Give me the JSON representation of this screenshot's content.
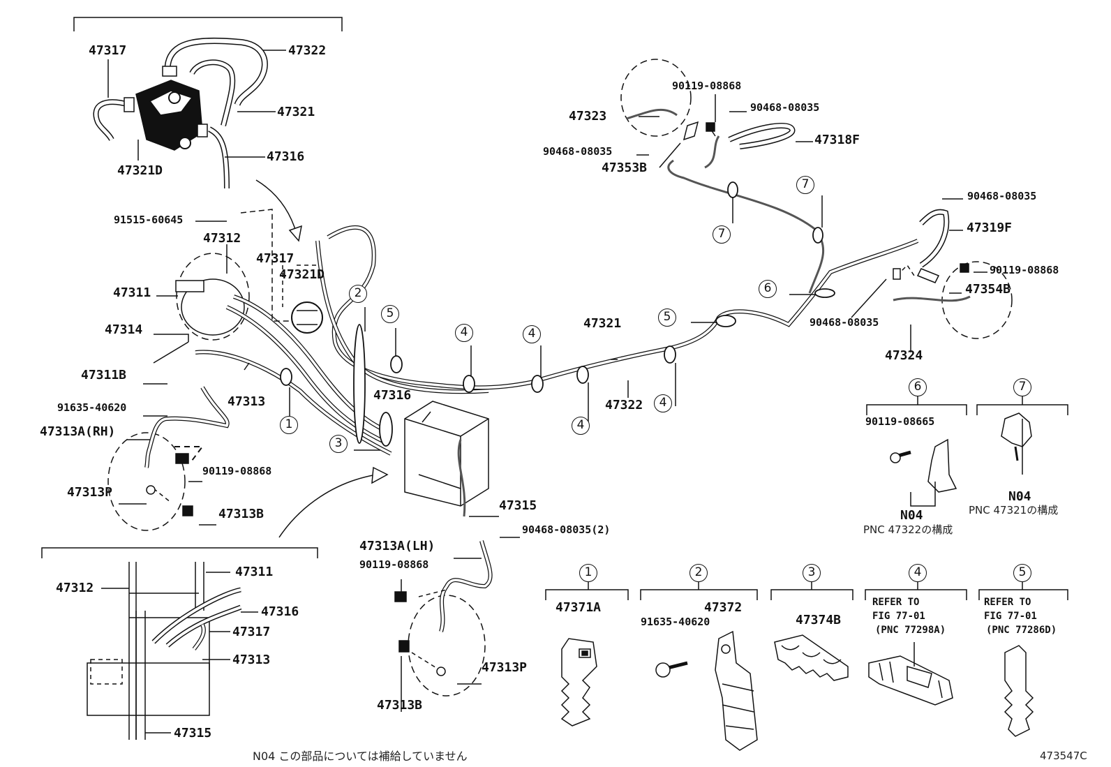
{
  "diagram": {
    "figure_code": "473547C",
    "footnote": "N04 この部品については補給していません",
    "labels": {
      "p47317_top": "47317",
      "p47322_top": "47322",
      "p47321_top": "47321",
      "p47316_top": "47316",
      "p47321D_top": "47321D",
      "p91515": "91515-60645",
      "p47312_mid": "47312",
      "p47317_mid": "47317",
      "p47321D_mid": "47321D",
      "p47311_mid": "47311",
      "p47314": "47314",
      "p47311B": "47311B",
      "p47313_mid": "47313",
      "p91635_left": "91635-40620",
      "p47313A_RH": "47313A(RH)",
      "p90119_left": "90119-08868",
      "p47313P_left": "47313P",
      "p47313B_left": "47313B",
      "p47312_bottom": "47312",
      "p47311_bottom": "47311",
      "p47316_bottom": "47316",
      "p47317_bottom": "47317",
      "p47313_bottom": "47313",
      "p47315_bottom": "47315",
      "p47316_center": "47316",
      "p47315_center": "47315",
      "p90468_center": "90468-08035(2)",
      "p47313A_LH": "47313A(LH)",
      "p90119_center": "90119-08868",
      "p47313P_center": "47313P",
      "p47313B_center": "47313B",
      "p47321_center": "47321",
      "p47322_center": "47322",
      "p47323": "47323",
      "p90119_rt": "90119-08868",
      "p90468_rt1": "90468-08035",
      "p90468_rt2": "90468-08035",
      "p47353B": "47353B",
      "p47318F": "47318F",
      "p90468_rt3": "90468-08035",
      "p47319F": "47319F",
      "p90119_rt2": "90119-08868",
      "p47354B": "47354B",
      "p90468_rt4": "90468-08035",
      "p47324": "47324",
      "p90119_08665": "90119-08665",
      "n04_a": "N04",
      "pnc_a": "PNC 47322の構成",
      "n04_b": "N04",
      "pnc_b": "PNC 47321の構成",
      "clamp1": "47371A",
      "clamp2": "47372",
      "clamp2_bolt": "91635-40620",
      "clamp3": "47374B",
      "clamp4_l1": "REFER TO",
      "clamp4_l2": "FIG 77-01",
      "clamp4_l3": "(PNC 77298A)",
      "clamp5_l1": "REFER TO",
      "clamp5_l2": "FIG 77-01",
      "clamp5_l3": "(PNC 77286D)"
    },
    "callouts": {
      "c1": "1",
      "c2": "2",
      "c3": "3",
      "c4": "4",
      "c5": "5",
      "c6": "6",
      "c7": "7"
    }
  }
}
